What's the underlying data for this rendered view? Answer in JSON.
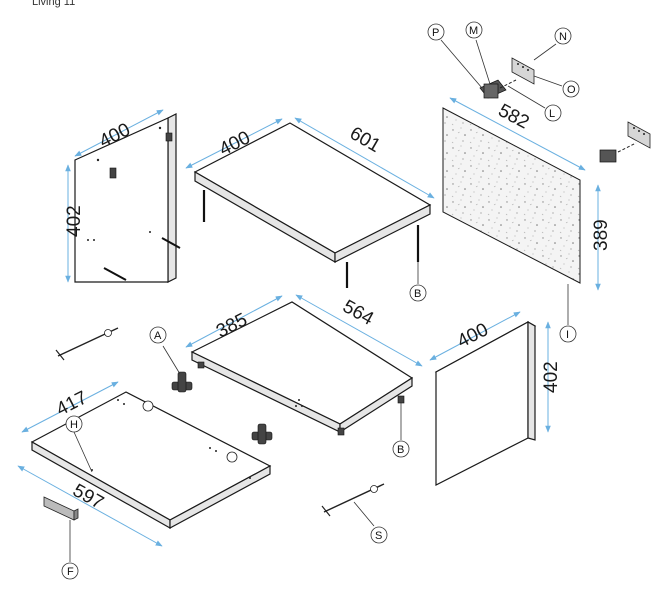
{
  "header": {
    "label": "Living 11"
  },
  "colors": {
    "dimension_arrow": "#6ab0e0",
    "panel_edge": "#e6e6e6",
    "line": "#1a1a1a"
  },
  "dimensions": {
    "side_left_width": "400",
    "side_left_height": "402",
    "top_depth": "400",
    "top_width": "601",
    "back_width": "582",
    "back_height": "389",
    "shelf_depth": "385",
    "shelf_width": "564",
    "side_right_width": "400",
    "side_right_height": "402",
    "bottom_depth": "417",
    "bottom_width": "597"
  },
  "callouts": {
    "A": "A",
    "B1": "B",
    "B2": "B",
    "F": "F",
    "H": "H",
    "I": "I",
    "L": "L",
    "M": "M",
    "N": "N",
    "O": "O",
    "P": "P",
    "S": "S"
  }
}
